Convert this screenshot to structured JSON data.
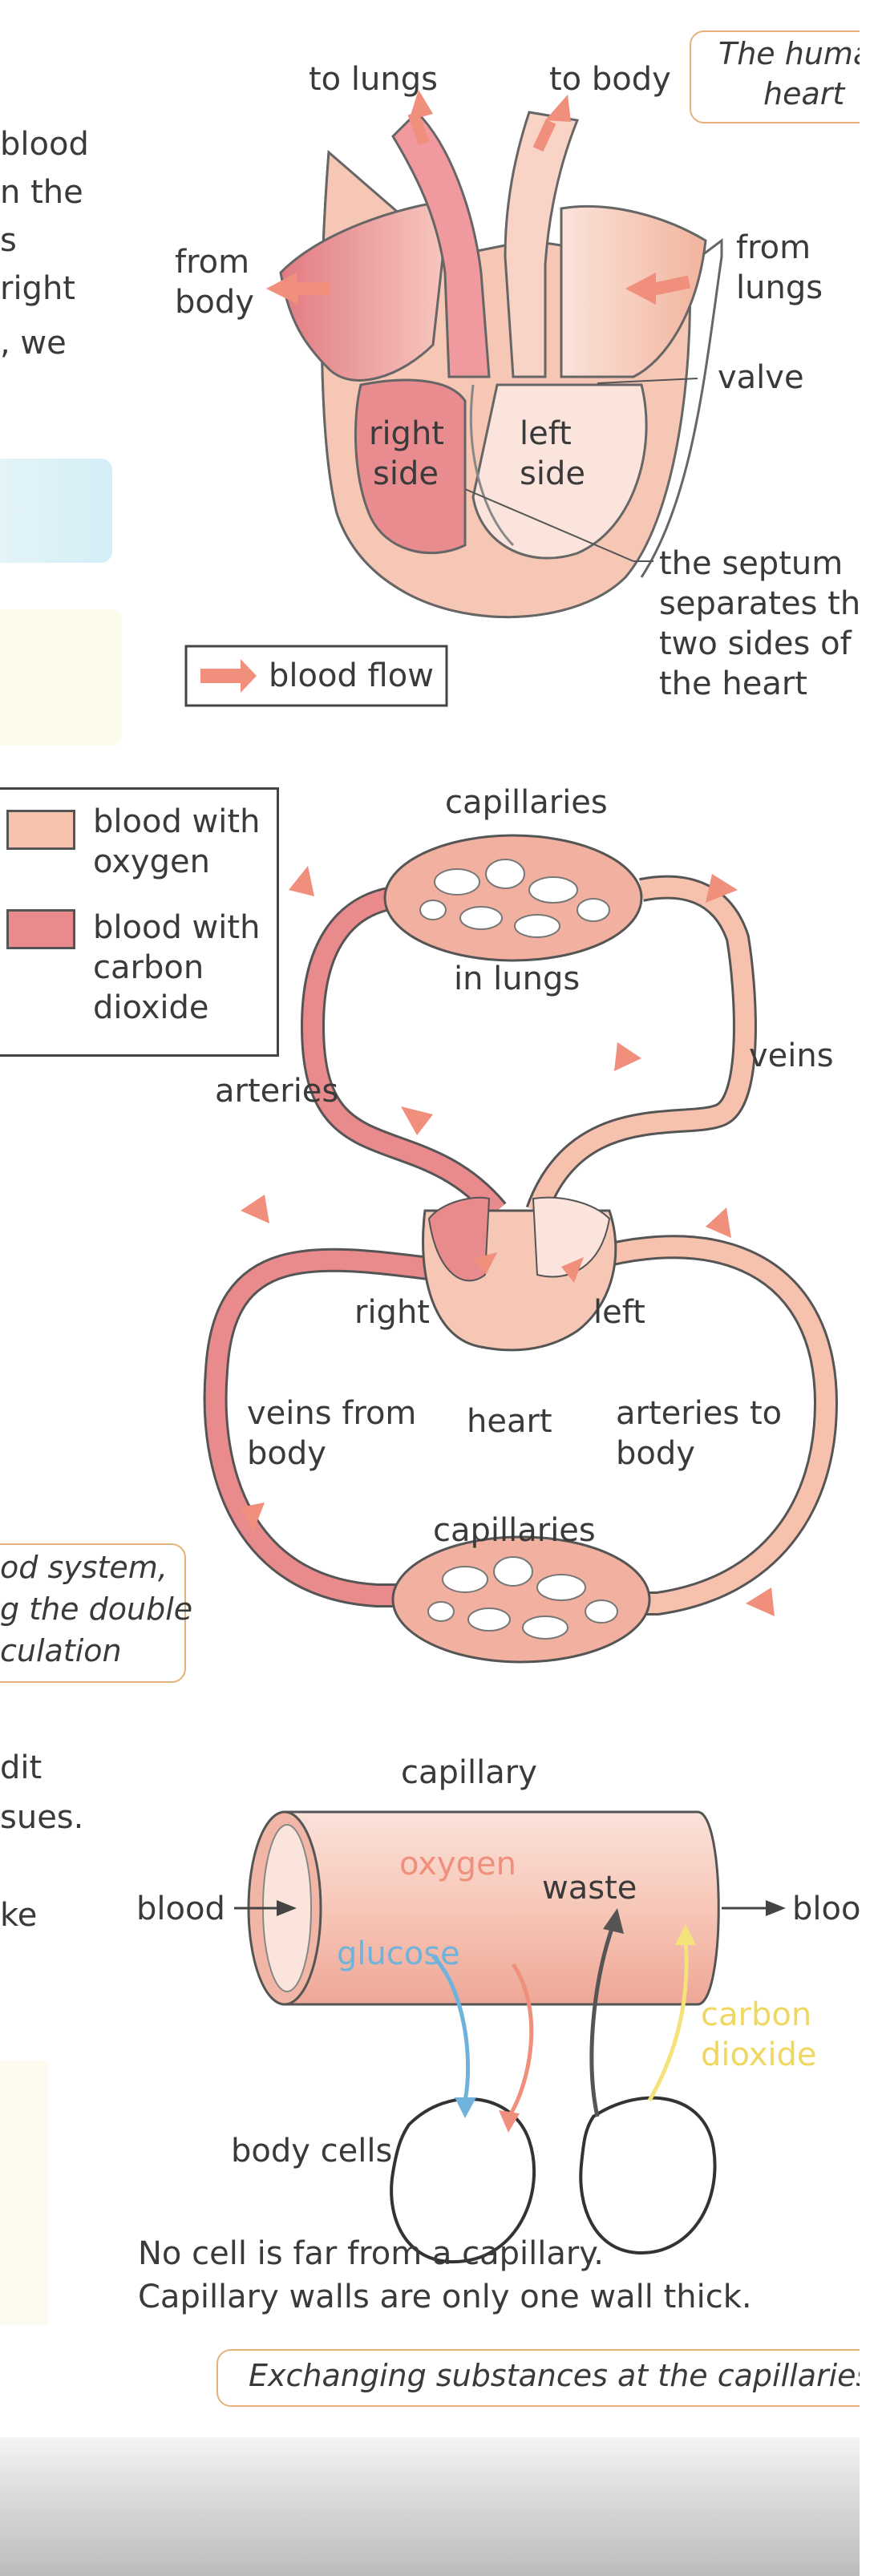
{
  "left_margin": {
    "lines1": [
      "blood",
      "n the",
      "s",
      "right",
      ", we"
    ],
    "caption_partial": [
      "od system,",
      "g the double",
      "culation"
    ],
    "lines2": [
      "dit",
      "sues.",
      "ke"
    ]
  },
  "heart_figure": {
    "caption": [
      "The huma",
      "heart"
    ],
    "to_lungs": "to lungs",
    "to_body": "to body",
    "from_body": [
      "from",
      "body"
    ],
    "from_lungs": [
      "from",
      "lungs"
    ],
    "valve": "valve",
    "right_side": [
      "right",
      "side"
    ],
    "left_side": [
      "left",
      "side"
    ],
    "septum": [
      "the septum",
      "separates the",
      "two sides of",
      "the heart"
    ],
    "legend_label": "blood flow"
  },
  "circulation_figure": {
    "legend": [
      {
        "label": [
          "blood with",
          "oxygen"
        ],
        "color": "#f6c1ad"
      },
      {
        "label": [
          "blood with",
          "carbon",
          "dioxide"
        ],
        "color": "#e98a8c"
      }
    ],
    "capillaries_top": "capillaries",
    "in_lungs": "in lungs",
    "arteries": "arteries",
    "veins": "veins",
    "right": "right",
    "left": "left",
    "heart": "heart",
    "veins_from_body": [
      "veins from",
      "body"
    ],
    "arteries_to_body": [
      "arteries to",
      "body"
    ],
    "capillaries_bottom": "capillaries"
  },
  "capillary_figure": {
    "capillary": "capillary",
    "blood_in": "blood",
    "blood_out": "bloo",
    "oxygen": "oxygen",
    "glucose": "glucose",
    "waste": "waste",
    "carbon_dioxide": [
      "carbon",
      "dioxide"
    ],
    "body_cells": "body cells",
    "note": [
      "No cell is far from a capillary.",
      "Capillary walls are only one wall thick."
    ],
    "caption": "Exchanging substances at the capillaries"
  },
  "colors": {
    "oxygen_blood": "#f6c1ad",
    "co2_blood": "#e98a8c",
    "arrow_pink": "#ef8f7c",
    "glucose_blue": "#6fb3dc",
    "co2_yellow": "#f4e27a",
    "caption_border": "#e7b07a"
  }
}
